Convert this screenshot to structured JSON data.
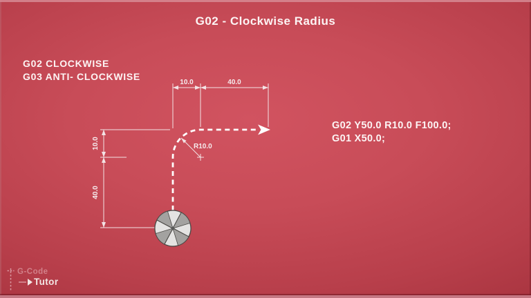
{
  "slide": {
    "title": "G02 - Clockwise Radius"
  },
  "notes": {
    "line1": "G02 CLOCKWISE",
    "line2": "G03 ANTI- CLOCKWISE"
  },
  "gcode": {
    "line1": "G02 Y50.0 R10.0 F100.0;",
    "line2": "G01 X50.0;"
  },
  "diagram": {
    "dim_top_first": "10.0",
    "dim_top_second": "40.0",
    "dim_left_upper": "10.0",
    "dim_left_lower": "40.0",
    "radius_label": "R10.0",
    "icons": {
      "toolpath_arrow": "arrow-right",
      "cutter": "end-mill-top-view",
      "arc_center": "crosshair"
    }
  },
  "logo": {
    "brand_line1": "G-Code",
    "brand_line2": "Tutor",
    "icon": "cnc-crosshair-dashed-line"
  },
  "colors": {
    "background_center": "#d15360",
    "background_edge": "#952833",
    "text": "#fdf4f4",
    "dimension_lines": "#f3e3e5",
    "toolpath": "#ffffff",
    "cutter_light": "#e4e3e2",
    "cutter_dark": "#a3a2a0"
  }
}
